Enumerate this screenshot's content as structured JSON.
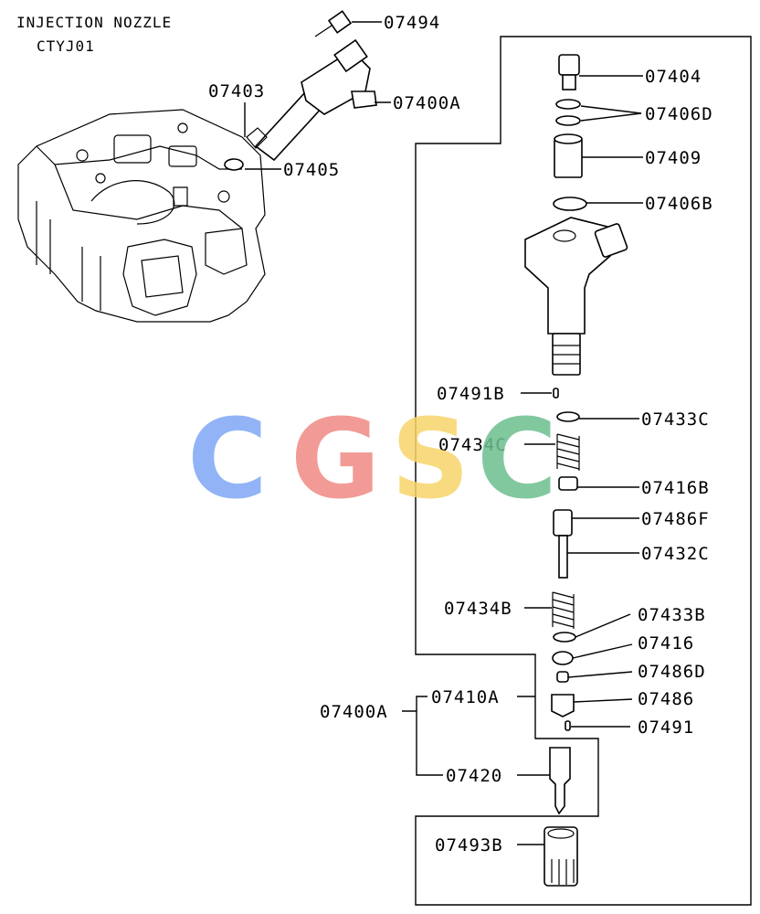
{
  "header": {
    "title": "INJECTION NOZZLE",
    "code": "CTYJ01"
  },
  "watermark": {
    "letters": [
      {
        "char": "C",
        "color": "#7fa8f5"
      },
      {
        "char": "G",
        "color": "#f08a84"
      },
      {
        "char": "S",
        "color": "#f7d56a"
      },
      {
        "char": "C",
        "color": "#6dbf8f"
      }
    ]
  },
  "parts": {
    "p07494": "07494",
    "p07403": "07403",
    "p07400A_top": "07400A",
    "p07405": "07405",
    "p07404": "07404",
    "p07406D": "07406D",
    "p07409": "07409",
    "p07406B": "07406B",
    "p07491B": "07491B",
    "p07433C": "07433C",
    "p07434C": "07434C",
    "p07416B": "07416B",
    "p07486F": "07486F",
    "p07432C": "07432C",
    "p07434B": "07434B",
    "p07433B": "07433B",
    "p07416": "07416",
    "p07486D": "07486D",
    "p07410A": "07410A",
    "p07400A_side": "07400A",
    "p07486": "07486",
    "p07491": "07491",
    "p07420": "07420",
    "p07493B": "07493B"
  }
}
